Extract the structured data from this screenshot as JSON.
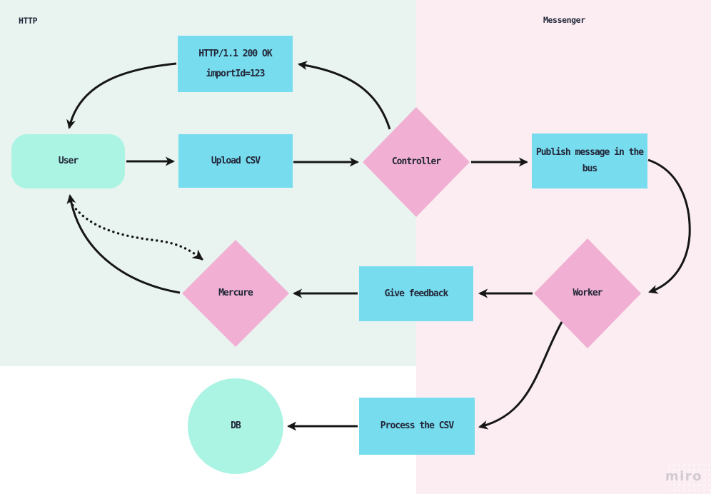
{
  "colors": {
    "bg_http": "#e9f4f1",
    "bg_messenger": "#fbedf2",
    "node_blue": "#76dcee",
    "node_pink": "#f1b0d3",
    "node_mint": "#abf4e3",
    "text_dark": "#232739",
    "arrow": "#161616",
    "watermark": "#d2cbd1"
  },
  "regions": {
    "http": {
      "label": "HTTP"
    },
    "messenger": {
      "label": "Messenger"
    }
  },
  "nodes": {
    "http_response": {
      "shape": "rect",
      "line1": "HTTP/1.1 200 OK",
      "line2": "importId=123"
    },
    "user": {
      "shape": "rounded-rect",
      "label": "User"
    },
    "upload_csv": {
      "shape": "rect",
      "label": "Upload CSV"
    },
    "controller": {
      "shape": "diamond",
      "label": "Controller"
    },
    "publish": {
      "shape": "rect",
      "line1": "Publish message in the",
      "line2": "bus"
    },
    "mercure": {
      "shape": "diamond",
      "label": "Mercure"
    },
    "give_feedback": {
      "shape": "rect",
      "label": "Give feedback"
    },
    "worker": {
      "shape": "diamond",
      "label": "Worker"
    },
    "process_csv": {
      "shape": "rect",
      "label": "Process the CSV"
    },
    "db": {
      "shape": "circle",
      "label": "DB"
    }
  },
  "edges": [
    {
      "from": "user",
      "to": "upload_csv",
      "style": "solid"
    },
    {
      "from": "upload_csv",
      "to": "controller",
      "style": "solid"
    },
    {
      "from": "controller",
      "to": "publish",
      "style": "solid"
    },
    {
      "from": "controller",
      "to": "http_response",
      "style": "solid"
    },
    {
      "from": "http_response",
      "to": "user",
      "style": "solid"
    },
    {
      "from": "publish",
      "to": "worker",
      "style": "solid"
    },
    {
      "from": "worker",
      "to": "give_feedback",
      "style": "solid"
    },
    {
      "from": "give_feedback",
      "to": "mercure",
      "style": "solid"
    },
    {
      "from": "mercure",
      "to": "user",
      "style": "solid"
    },
    {
      "from": "user",
      "to": "mercure",
      "style": "dotted"
    },
    {
      "from": "worker",
      "to": "process_csv",
      "style": "solid"
    },
    {
      "from": "process_csv",
      "to": "db",
      "style": "solid"
    }
  ],
  "watermark": {
    "label": "miro"
  }
}
